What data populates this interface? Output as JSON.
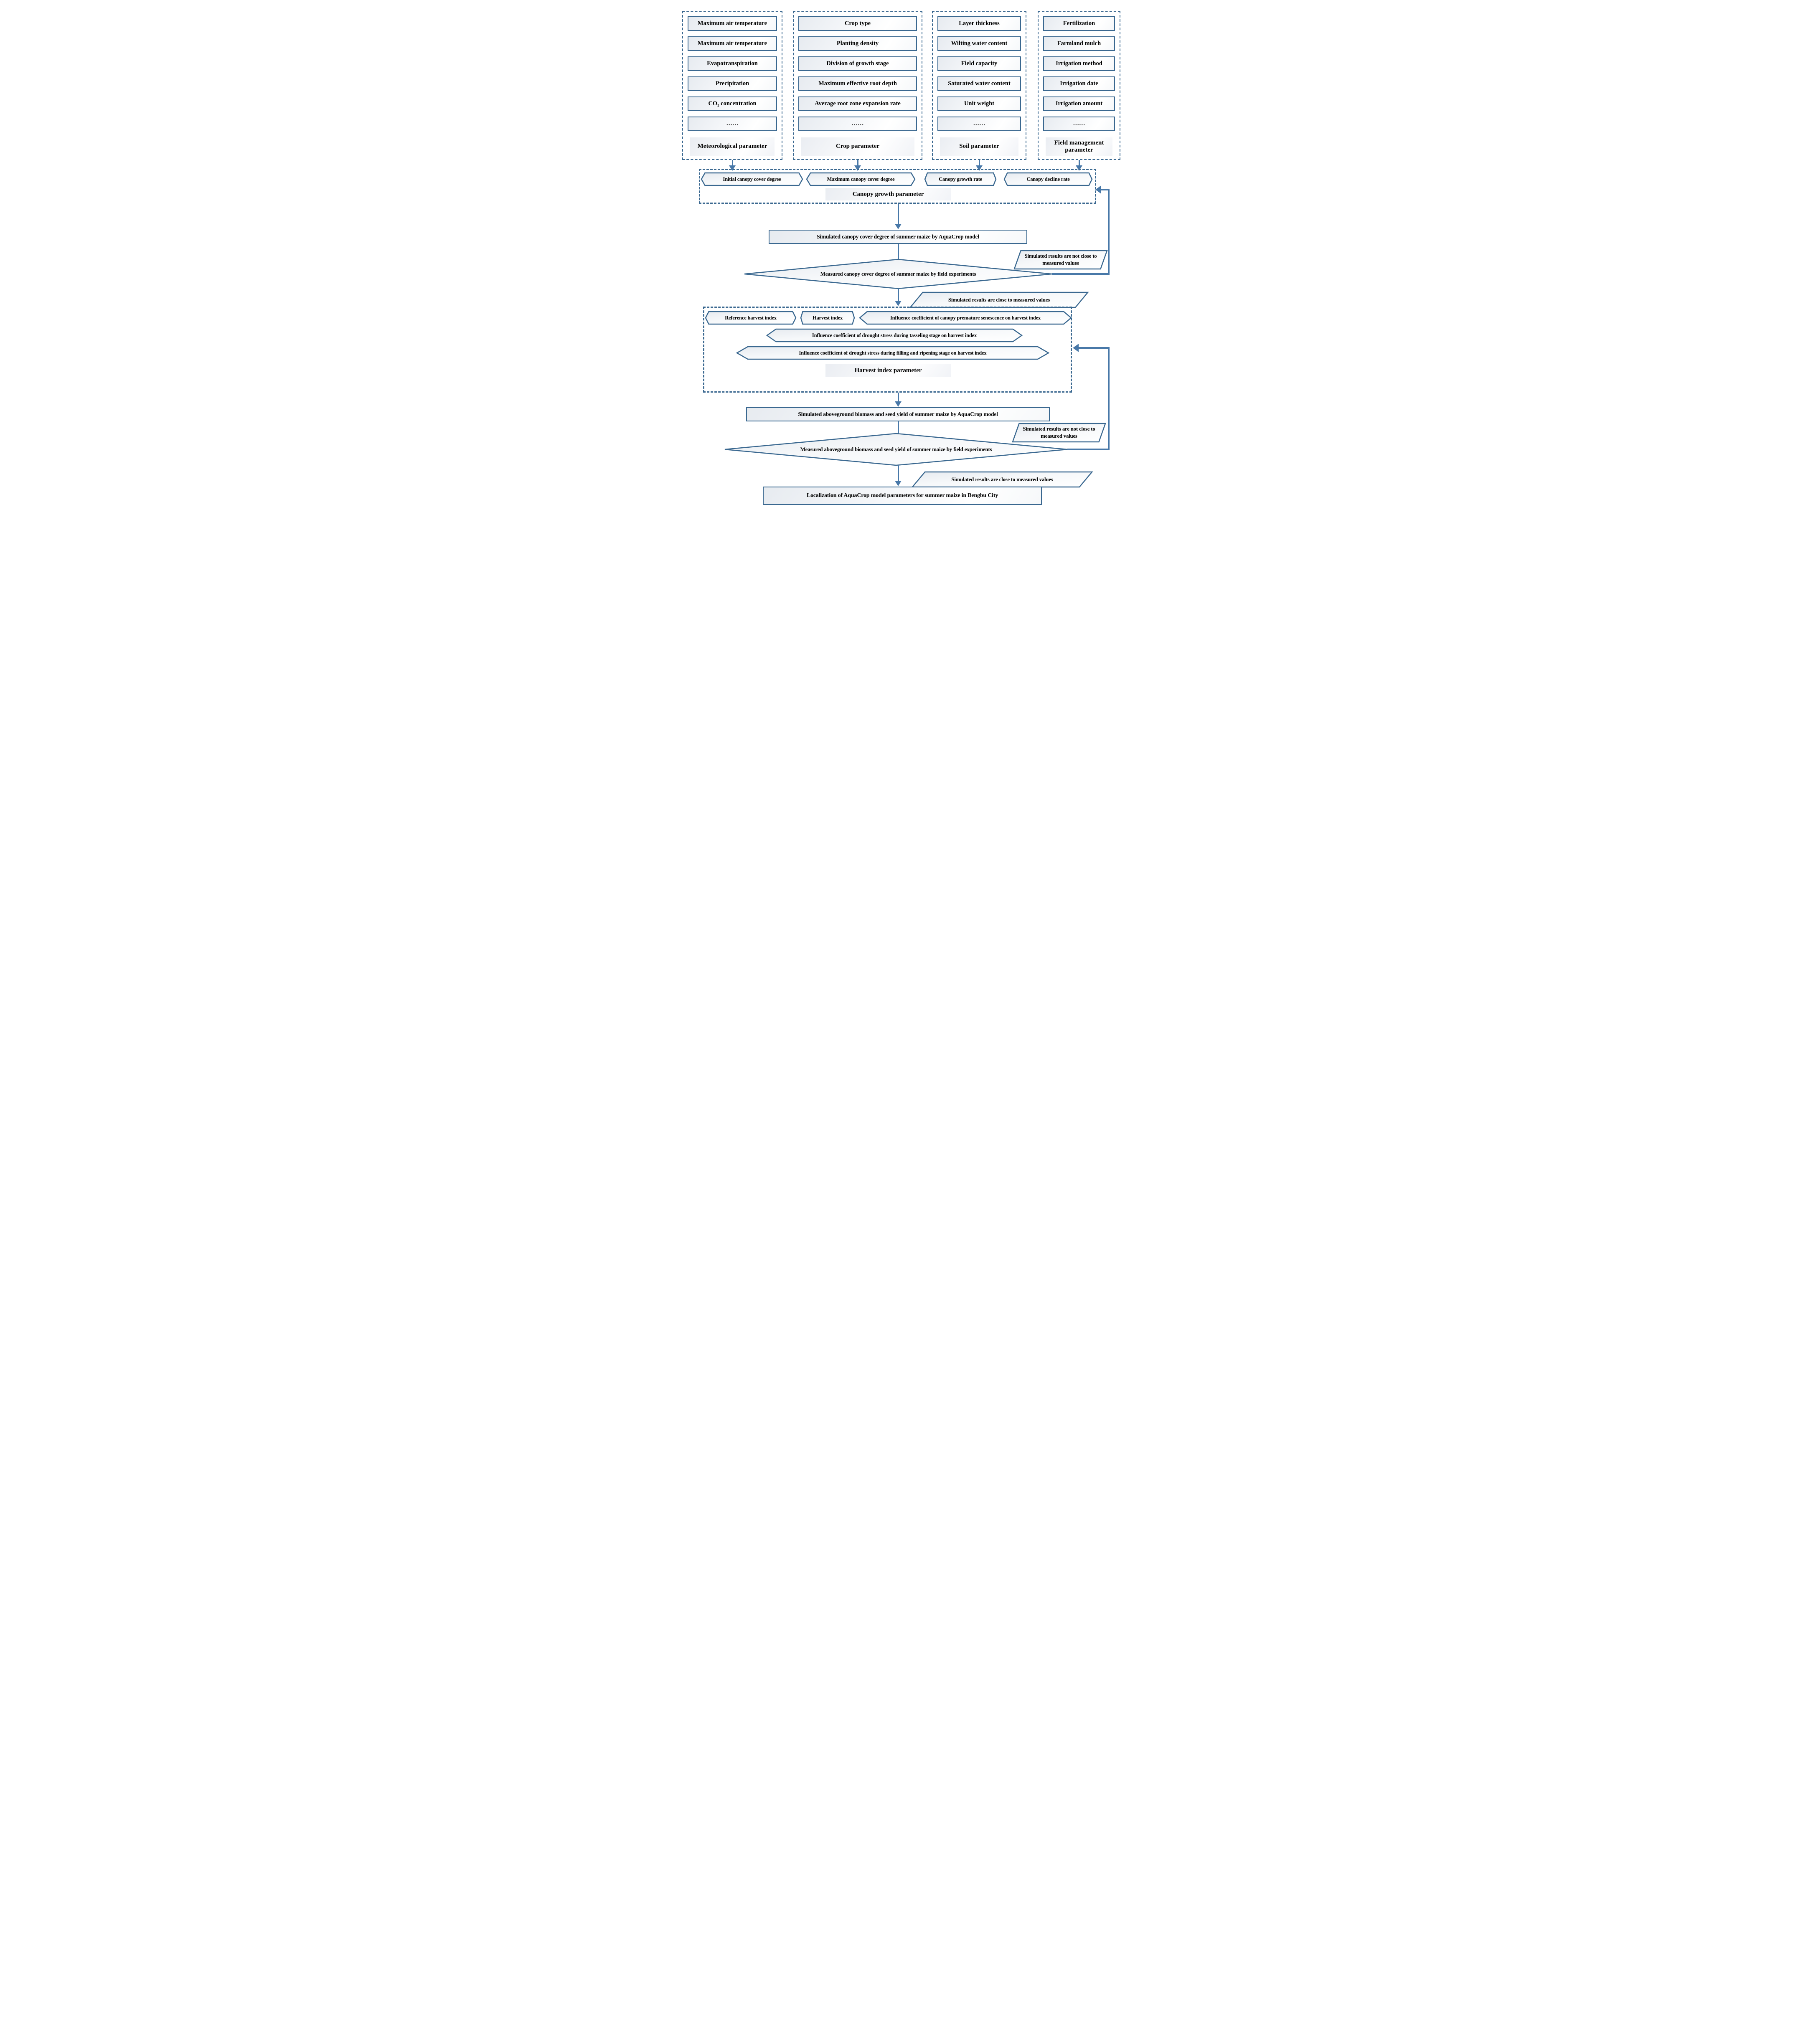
{
  "colors": {
    "stroke": "#3a6890",
    "arrow": "#4878a8",
    "text": "#000000"
  },
  "columns": [
    {
      "label": "Meteorological parameter",
      "items": [
        "Maximum air temperature",
        "Maximum air temperature",
        "Evapotranspiration",
        "Precipitation",
        "CO₂ concentration",
        "……"
      ]
    },
    {
      "label": "Crop parameter",
      "items": [
        "Crop type",
        "Planting density",
        "Division of growth stage",
        "Maximum effective root depth",
        "Average root zone expansion rate",
        "……"
      ]
    },
    {
      "label": "Soil parameter",
      "items": [
        "Layer thickness",
        "Wilting water content",
        "Field capacity",
        "Saturated water content",
        "Unit weight",
        "……"
      ]
    },
    {
      "label": "Field management parameter",
      "items": [
        "Fertilization",
        "Farmland mulch",
        "Irrigation method",
        "Irrigation date",
        "Irrigation amount",
        "……"
      ]
    }
  ],
  "canopy": {
    "hexagons": [
      "Initial canopy cover degree",
      "Maximum canopy cover degree",
      "Canopy growth rate",
      "Canopy decline rate"
    ],
    "label": "Canopy growth parameter"
  },
  "stage1": {
    "simulated": "Simulated canopy cover degree of summer maize by AquaCrop model",
    "measured": "Measured canopy cover degree of summer maize by field experiments",
    "not_close": "Simulated results are not close to measured values",
    "close": "Simulated results are close to measured values"
  },
  "harvest": {
    "row1": [
      "Reference harvest index",
      "Harvest index",
      "Influence coefficient of canopy premature senescence on harvest index"
    ],
    "row2": "Influence coefficient of drought stress during tasseling stage on harvest index",
    "row3": "Influence coefficient of drought stress during filling and ripening stage on harvest index",
    "label": "Harvest index parameter"
  },
  "stage2": {
    "simulated": "Simulated aboveground biomass and seed yield of summer maize by AquaCrop model",
    "measured": "Measured aboveground biomass and seed yield of summer maize by field experiments",
    "not_close": "Simulated results are not close to measured values",
    "close": "Simulated results are close to measured values"
  },
  "final_label": "Localization of AquaCrop model parameters for summer maize in Bengbu City"
}
